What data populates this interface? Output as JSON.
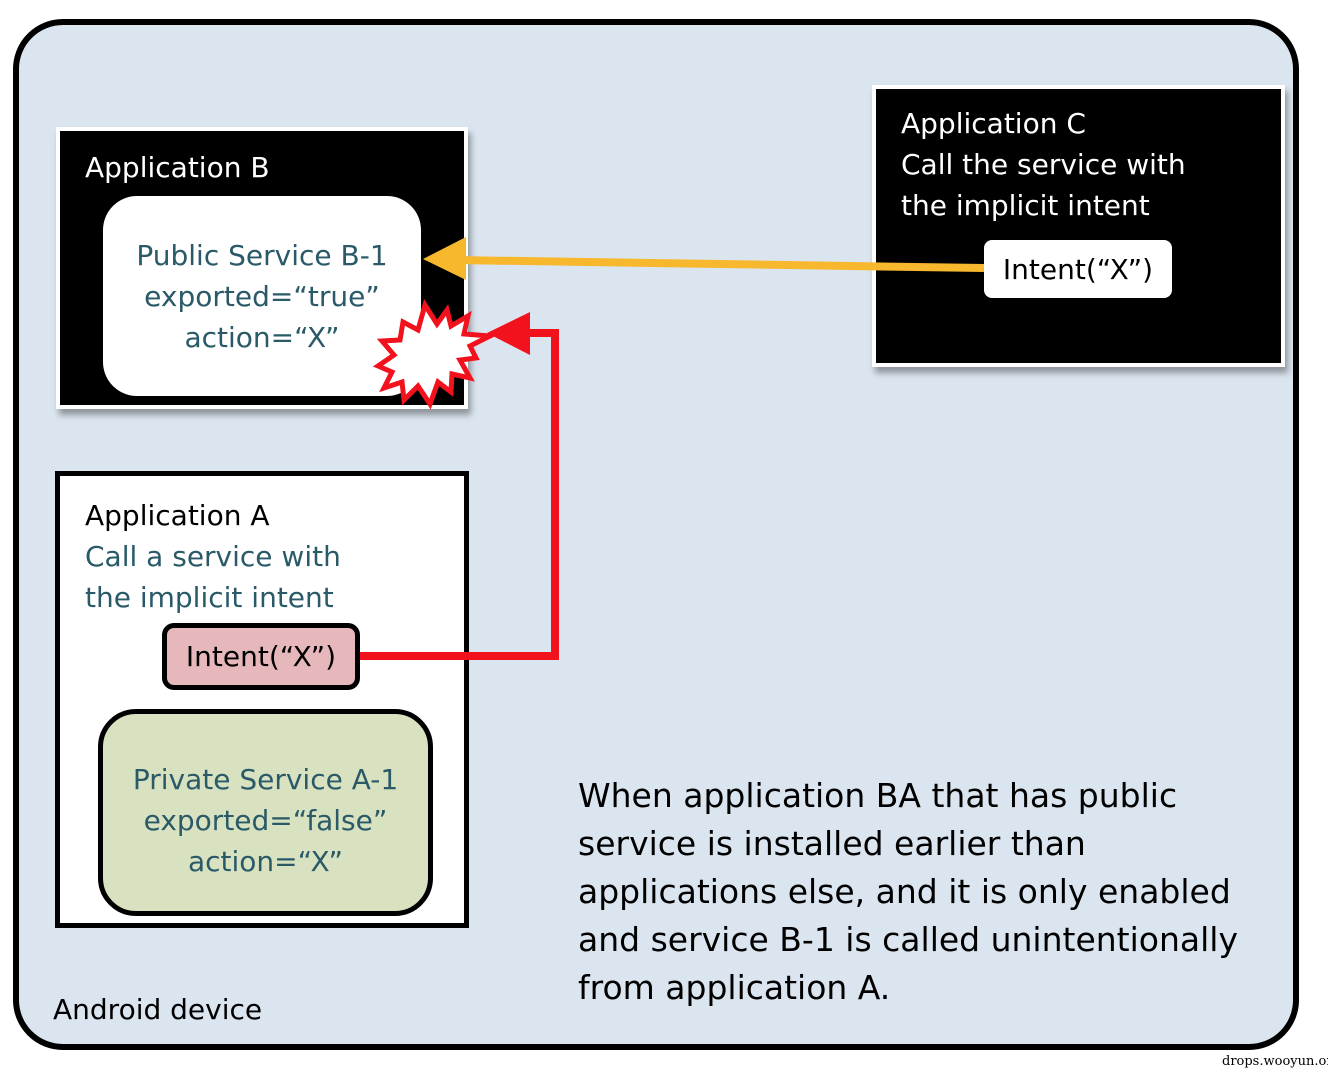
{
  "device": {
    "label": "Android device"
  },
  "application_b": {
    "title": "Application B",
    "service": {
      "lines": [
        "Public Service B-1",
        "exported=“true”",
        "action=“X”"
      ]
    }
  },
  "application_c": {
    "title": "Application C",
    "subtitle_lines": [
      "Call the service with",
      "the implicit intent"
    ],
    "intent_label": "Intent(“X”)"
  },
  "application_a": {
    "title": "Application A",
    "subtitle_lines": [
      "Call a service with",
      "the implicit intent"
    ],
    "intent_label": "Intent(“X”)",
    "service": {
      "lines": [
        "Private Service A-1",
        "exported=“false”",
        "action=“X”"
      ]
    }
  },
  "description_lines": [
    "When application BA that has public",
    "service is installed earlier than",
    "applications else, and it is only enabled",
    "and service B-1 is called unintentionally",
    "from application A."
  ],
  "colors": {
    "background": "#dbe5ef",
    "arrow_from_c": "#f8b82e",
    "arrow_from_a": "#f2121d",
    "private_service_fill": "#d8e2c0",
    "intent_a_fill": "#e6b8bb",
    "text_teal": "#2a5a68"
  },
  "watermark": "drops.wooyun.org"
}
